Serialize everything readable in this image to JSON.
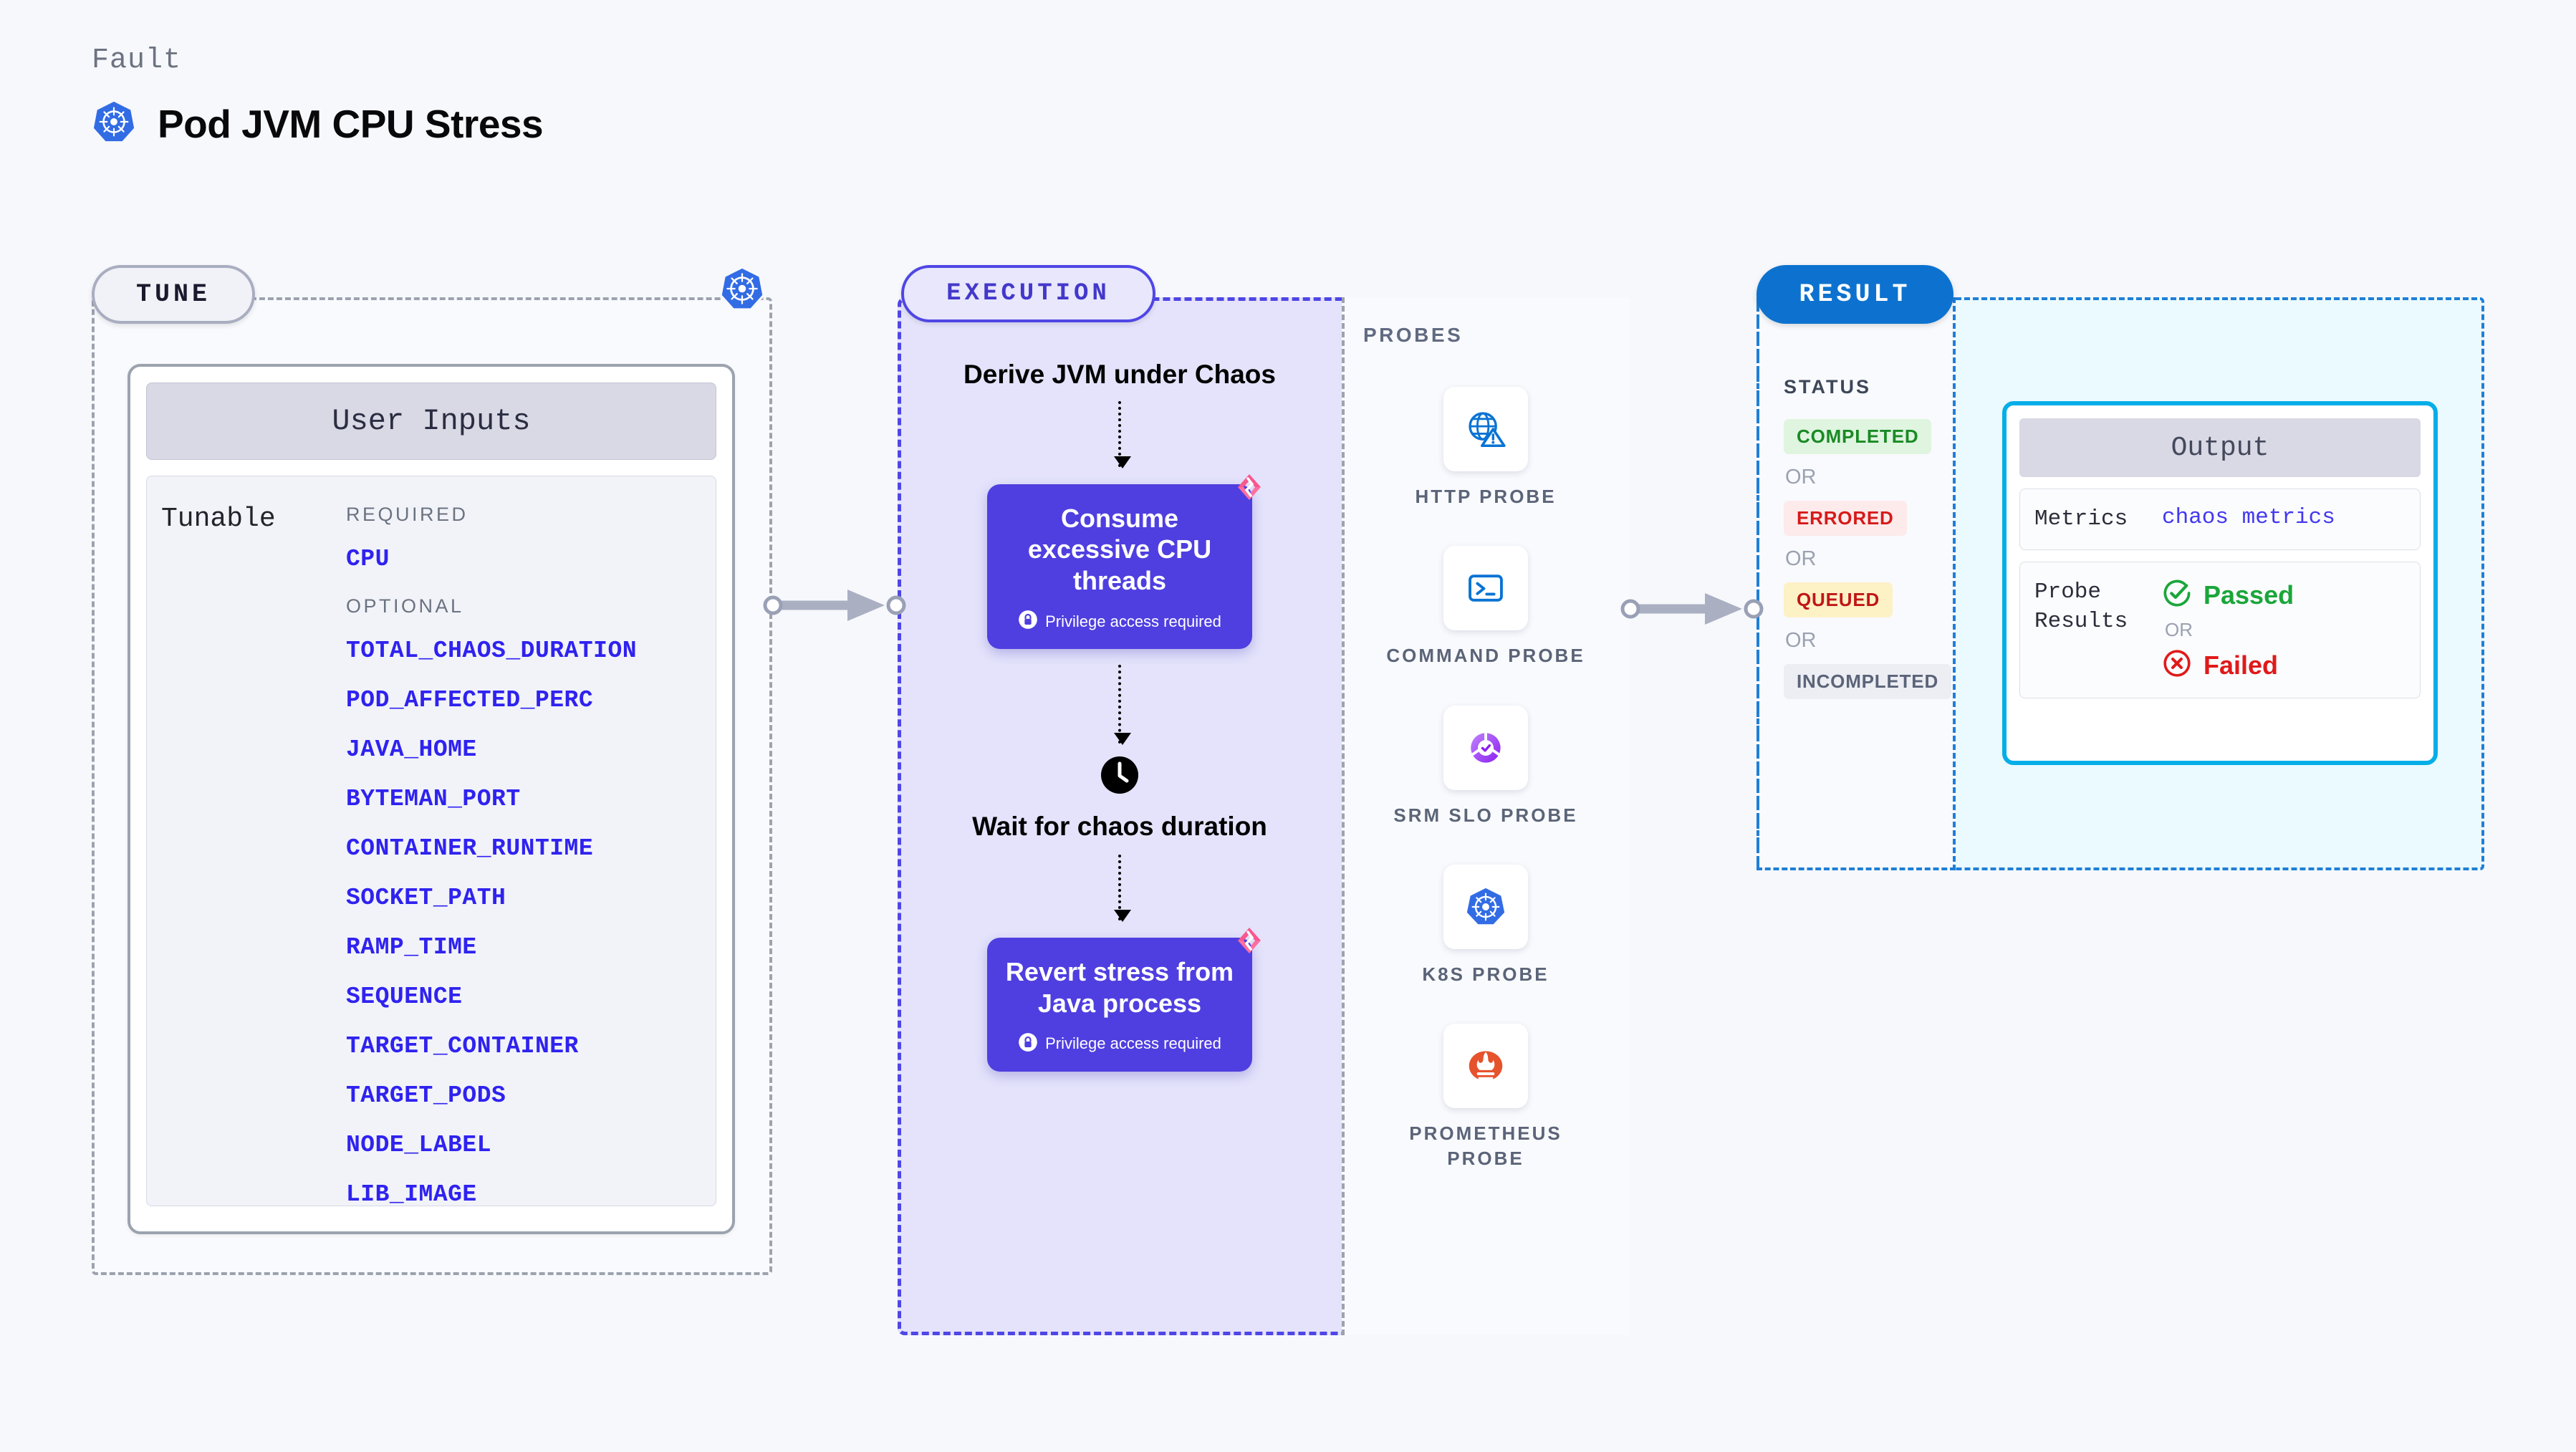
{
  "header": {
    "kicker": "Fault",
    "title": "Pod JVM CPU Stress",
    "icon": "kubernetes-icon"
  },
  "tune": {
    "badge": "TUNE",
    "panel_icon": "kubernetes-icon",
    "card_title": "User Inputs",
    "tunable_label": "Tunable",
    "required_label": "REQUIRED",
    "optional_label": "OPTIONAL",
    "required_params": [
      "CPU"
    ],
    "optional_params": [
      "TOTAL_CHAOS_DURATION",
      "POD_AFFECTED_PERC",
      "JAVA_HOME",
      "BYTEMAN_PORT",
      "CONTAINER_RUNTIME",
      "SOCKET_PATH",
      "RAMP_TIME",
      "SEQUENCE",
      "TARGET_CONTAINER",
      "TARGET_PODS",
      "NODE_LABEL",
      "LIB_IMAGE"
    ]
  },
  "execution": {
    "badge": "EXECUTION",
    "steps": [
      {
        "type": "text",
        "label": "Derive JVM under Chaos"
      },
      {
        "type": "card",
        "label": "Consume excessive CPU threads",
        "note": "Privilege access required",
        "note_icon": "lock-icon",
        "corner_icon": "litmus-badge-icon"
      },
      {
        "type": "wait",
        "label": "Wait for chaos duration",
        "icon": "clock-icon"
      },
      {
        "type": "card",
        "label": "Revert stress from Java process",
        "note": "Privilege access required",
        "note_icon": "lock-icon",
        "corner_icon": "litmus-badge-icon"
      }
    ]
  },
  "probes": {
    "label": "PROBES",
    "items": [
      {
        "label": "HTTP PROBE",
        "icon": "globe-warning-icon"
      },
      {
        "label": "COMMAND PROBE",
        "icon": "terminal-icon"
      },
      {
        "label": "SRM SLO PROBE",
        "icon": "slo-gauge-icon"
      },
      {
        "label": "K8S PROBE",
        "icon": "kubernetes-icon"
      },
      {
        "label": "PROMETHEUS PROBE",
        "icon": "prometheus-icon"
      }
    ]
  },
  "result": {
    "badge": "RESULT",
    "status_label": "STATUS",
    "or_label": "OR",
    "statuses": [
      {
        "label": "COMPLETED",
        "bg": "#dff5e0",
        "fg": "#1a8a24"
      },
      {
        "label": "ERRORED",
        "bg": "#fdeaea",
        "fg": "#d51a1a"
      },
      {
        "label": "QUEUED",
        "bg": "#fdf1c6",
        "fg": "#c01616"
      },
      {
        "label": "INCOMPLETED",
        "bg": "#eceef4",
        "fg": "#5b6478"
      }
    ],
    "output": {
      "title": "Output",
      "metrics_key": "Metrics",
      "metrics_value": "chaos metrics",
      "probe_results_key": "Probe Results",
      "passed_label": "Passed",
      "failed_label": "Failed",
      "or_label": "OR",
      "passed_icon": "check-circle-icon",
      "failed_icon": "x-circle-icon"
    }
  },
  "colors": {
    "accent_indigo": "#4f46e5",
    "accent_blue": "#0d72cf",
    "accent_cyan": "#06aee8",
    "link_blue": "#2f22ef",
    "pink": "#f8578f",
    "card_indigo": "#4f3fe0"
  }
}
